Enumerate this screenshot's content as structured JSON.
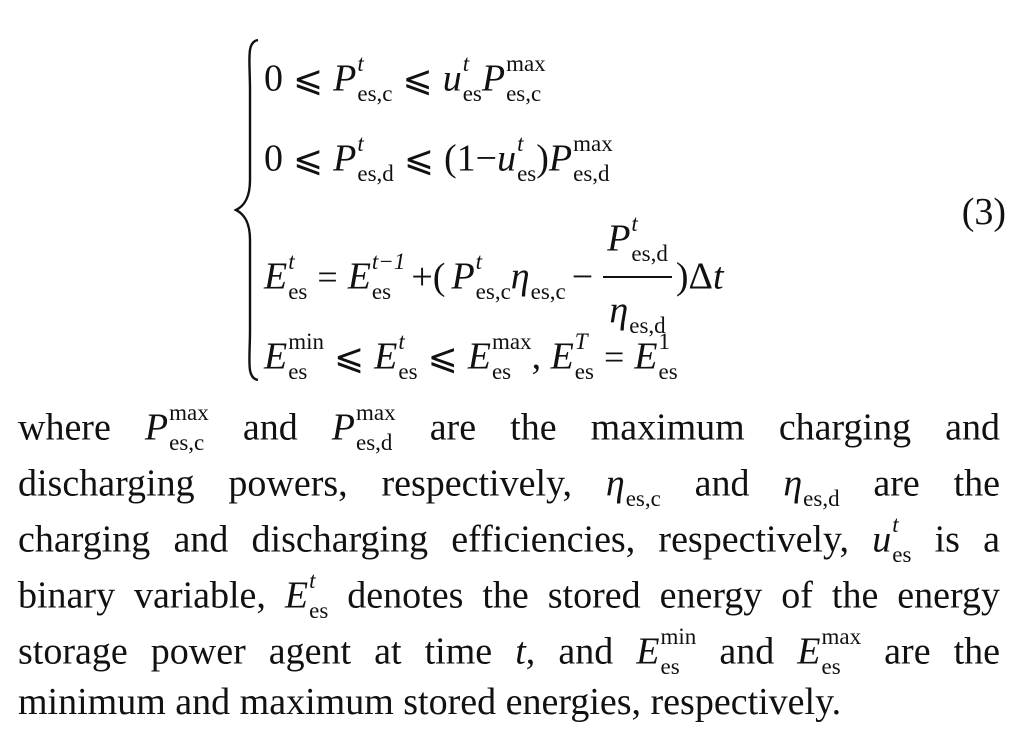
{
  "equation": {
    "number": "(3)",
    "line1": {
      "zero": "0",
      "le1": "⩽",
      "P": "P",
      "sup_t": "t",
      "sub_esc": "es,c",
      "le2": "⩽",
      "u": "u",
      "sup_t2": "t",
      "sub_es": "es",
      "P2": "P",
      "sup_max": "max",
      "sub_esc2": "es,c"
    },
    "line2": {
      "zero": "0",
      "le1": "⩽",
      "P": "P",
      "sup_t": "t",
      "sub_esd": "es,d",
      "le2": "⩽",
      "open": "(1−",
      "u": "u",
      "sup_t2": "t",
      "sub_es": "es",
      "close": ")",
      "P2": "P",
      "sup_max": "max",
      "sub_esd2": "es,d"
    },
    "line3": {
      "E": "E",
      "sup_t": "t",
      "sub_es": "es",
      "eq": "=",
      "E2": "E",
      "sup_tm1": "t−1",
      "sub_es2": "es",
      "plus": "+(",
      "P": "P",
      "sup_t2": "t",
      "sub_esc": "es,c",
      "eta": "η",
      "sub_esc2": "es,c",
      "minus": "−",
      "num_P": "P",
      "num_sup": "t",
      "num_sub": "es,d",
      "den_eta": "η",
      "den_sub": "es,d",
      "close": ")Δ",
      "dt": "t"
    },
    "line4": {
      "E": "E",
      "sup_min": "min",
      "sub_es": "es",
      "le1": "⩽",
      "E2": "E",
      "sup_t": "t",
      "sub_es2": "es",
      "le2": "⩽",
      "E3": "E",
      "sup_max": "max",
      "sub_es3": "es",
      "comma": ",",
      "E4": "E",
      "sup_T": "T",
      "sub_es4": "es",
      "eq": "=",
      "E5": "E",
      "sup_1": "1",
      "sub_es5": "es"
    }
  },
  "paragraph": {
    "l1": {
      "a": "where",
      "P1": "P",
      "P1_sup": "max",
      "P1_sub": "es,c",
      "b": "and",
      "P2": "P",
      "P2_sup": "max",
      "P2_sub": "es,d",
      "c": "are the maximum charging and"
    },
    "l2": {
      "a": "discharging powers, respectively,",
      "eta1": "η",
      "eta1_sub": "es,c",
      "b": "and",
      "eta2": "η",
      "eta2_sub": "es,d",
      "c": "are the"
    },
    "l3": {
      "a": "charging and discharging efficiencies, respectively,",
      "u": "u",
      "u_sup": "t",
      "u_sub": "es",
      "b": "is a"
    },
    "l4": {
      "a": "binary variable,",
      "E": "E",
      "E_sup": "t",
      "E_sub": "es",
      "b": "denotes the stored energy of the energy"
    },
    "l5": {
      "a": "storage power agent at time",
      "t": "t",
      "b": ", and",
      "E1": "E",
      "E1_sup": "min",
      "E1_sub": "es",
      "c": "and",
      "E2": "E",
      "E2_sup": "max",
      "E2_sub": "es",
      "d": "are the"
    },
    "l6": {
      "a": "minimum and maximum stored energies, respectively."
    }
  }
}
